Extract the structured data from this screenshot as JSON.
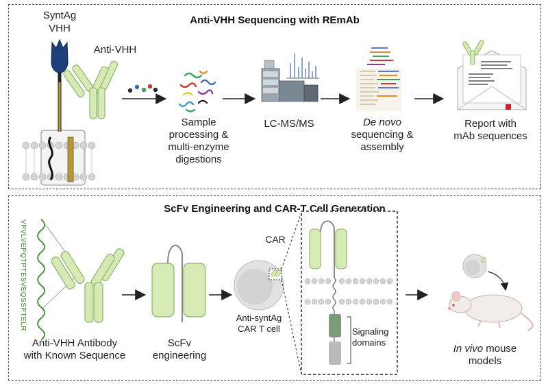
{
  "top_panel": {
    "title": "Anti-VHH Sequencing with REmAb",
    "labels": {
      "syntag": "SyntAg",
      "vhh": "VHH",
      "anti_vhh": "Anti-VHH",
      "step1_line1": "Sample",
      "step1_line2": "processing &",
      "step1_line3": "multi-enzyme",
      "step1_line4": "digestions",
      "step2": "LC-MS/MS",
      "step3_italic": "De novo",
      "step3_line2": "sequencing &",
      "step3_line3": "assembly",
      "step4_line1": "Report with",
      "step4_line2": "mAb sequences"
    }
  },
  "bottom_panel": {
    "title": "ScFv Engineering and CAR-T Cell Generation",
    "sequence": "VPVLVEPQTPTESVEQSSPTELR",
    "labels": {
      "antibody_line1": "Anti-VHH Antibody",
      "antibody_line2": "with Known Sequence",
      "scfv_line1": "ScFv",
      "scfv_line2": "engineering",
      "car": "CAR",
      "cart_line1": "Anti-syntAg",
      "cart_line2": "CAR T cell",
      "signaling_line1": "Signaling",
      "signaling_line2": "domains",
      "mouse_italic": "In vivo",
      "mouse_rest": " mouse",
      "mouse_line2": "models"
    }
  },
  "colors": {
    "antibody_fill": "#d6eab4",
    "antibody_stroke": "#8fb36a",
    "vhh_blue": "#1f3f7a",
    "stalk_gold": "#b59a3a",
    "membrane": "#cfcfcf",
    "signal_green": "#7a9a7a",
    "signal_gray": "#b9b9b9",
    "seq_green": "#3a8a2a",
    "dot_red": "#cc1f2f"
  }
}
